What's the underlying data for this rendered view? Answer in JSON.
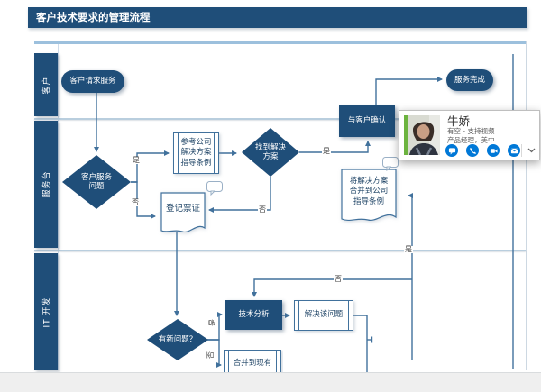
{
  "title_bar": {
    "title": "客户技术要求的管理流程"
  },
  "lanes": [
    {
      "label": "客户"
    },
    {
      "label": "服务台"
    },
    {
      "label": "IT 开发"
    }
  ],
  "connector_labels": {
    "yes": "是",
    "no": "否"
  },
  "shapes": {
    "start": {
      "label": "客户请求服务"
    },
    "service_issue": {
      "lines": [
        "客户服务",
        "问题"
      ]
    },
    "reference_guidelines": {
      "lines": [
        "参考公司",
        "解决方案",
        "指导条例"
      ]
    },
    "found_solution": {
      "lines": [
        "找到解决",
        "方案"
      ]
    },
    "register_ticket": {
      "label": "登记票证"
    },
    "confirm_with_customer": {
      "label": "与客户确认"
    },
    "service_complete": {
      "label": "服务完成"
    },
    "merge_solution": {
      "lines": [
        "将解决方案",
        "合并到公司",
        "指导条例"
      ]
    },
    "new_problem": {
      "label": "有新问题？"
    },
    "technical_analysis": {
      "label": "技术分析"
    },
    "solve_problem": {
      "label": "解决该问题"
    },
    "merge_existing": {
      "label": "合并到现有"
    }
  },
  "contact_card": {
    "name": "牛娇",
    "status": "有空 - 支持视频",
    "title": "产品经理，美中",
    "icons": [
      "im-icon",
      "call-icon",
      "video-icon",
      "email-icon"
    ],
    "accent_color": "#0078d7",
    "presence_color": "#6cb33f"
  },
  "theme": {
    "dark_blue": "#1f4e79",
    "line_blue": "#41719c"
  }
}
